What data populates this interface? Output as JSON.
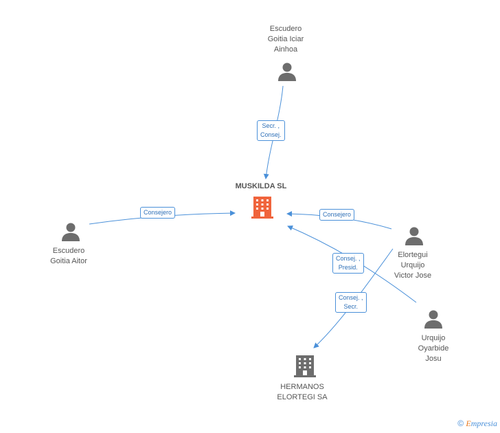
{
  "colors": {
    "edge": "#4a90d9",
    "person": "#6d6d6d",
    "company_main": "#f0643c",
    "company_other": "#6d6d6d"
  },
  "nodes": {
    "muskilda": {
      "lines": [
        "MUSKILDA SL"
      ]
    },
    "iciar": {
      "lines": [
        "Escudero",
        "Goitia Iciar",
        "Ainhoa"
      ]
    },
    "aitor": {
      "lines": [
        "Escudero",
        "Goitia Aitor"
      ]
    },
    "victor": {
      "lines": [
        "Elortegui",
        "Urquijo",
        "Victor Jose"
      ]
    },
    "josu": {
      "lines": [
        "Urquijo",
        "Oyarbide",
        "Josu"
      ]
    },
    "hermanos": {
      "lines": [
        "HERMANOS",
        "ELORTEGI SA"
      ]
    }
  },
  "edges": {
    "iciar_muskilda": {
      "lines": [
        "Secr. ,",
        "Consej."
      ]
    },
    "aitor_muskilda": {
      "lines": [
        "Consejero"
      ]
    },
    "victor_muskilda": {
      "lines": [
        "Consejero"
      ]
    },
    "josu_muskilda": {
      "lines": [
        "Consej. ,",
        "Presid."
      ]
    },
    "victor_hermanos": {
      "lines": [
        "Consej. ,",
        "Secr."
      ]
    }
  },
  "footer": {
    "copyright": "©",
    "brand_first": "E",
    "brand_rest": "mpresia"
  }
}
